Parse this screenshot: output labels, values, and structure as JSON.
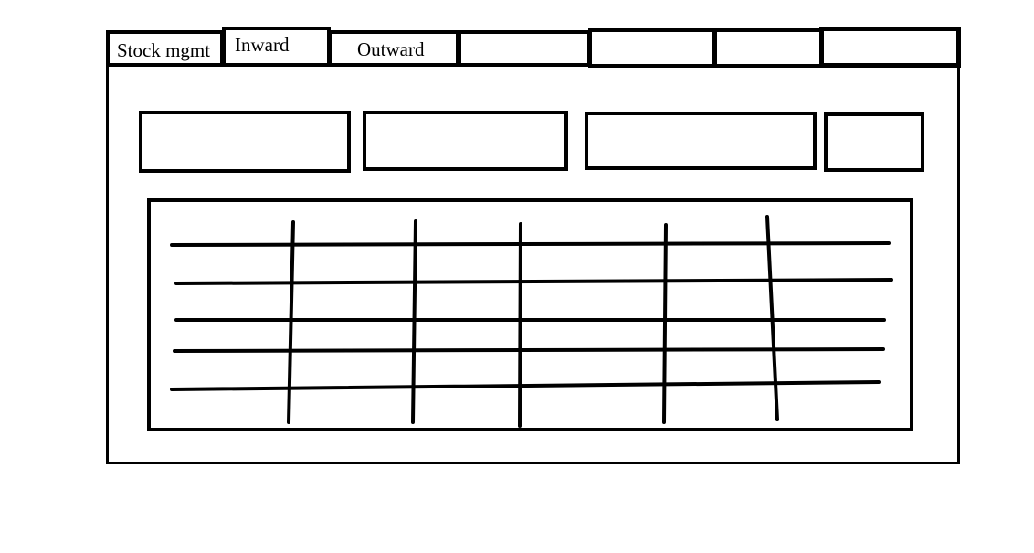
{
  "tabs": [
    {
      "label": "Stock mgmt"
    },
    {
      "label": "Inward"
    },
    {
      "label": "Outward"
    },
    {
      "label": ""
    },
    {
      "label": ""
    },
    {
      "label": ""
    },
    {
      "label": ""
    }
  ],
  "fields": [
    {
      "value": ""
    },
    {
      "value": ""
    },
    {
      "value": ""
    },
    {
      "value": ""
    }
  ],
  "table": {
    "rows": 5,
    "columns": 6
  }
}
